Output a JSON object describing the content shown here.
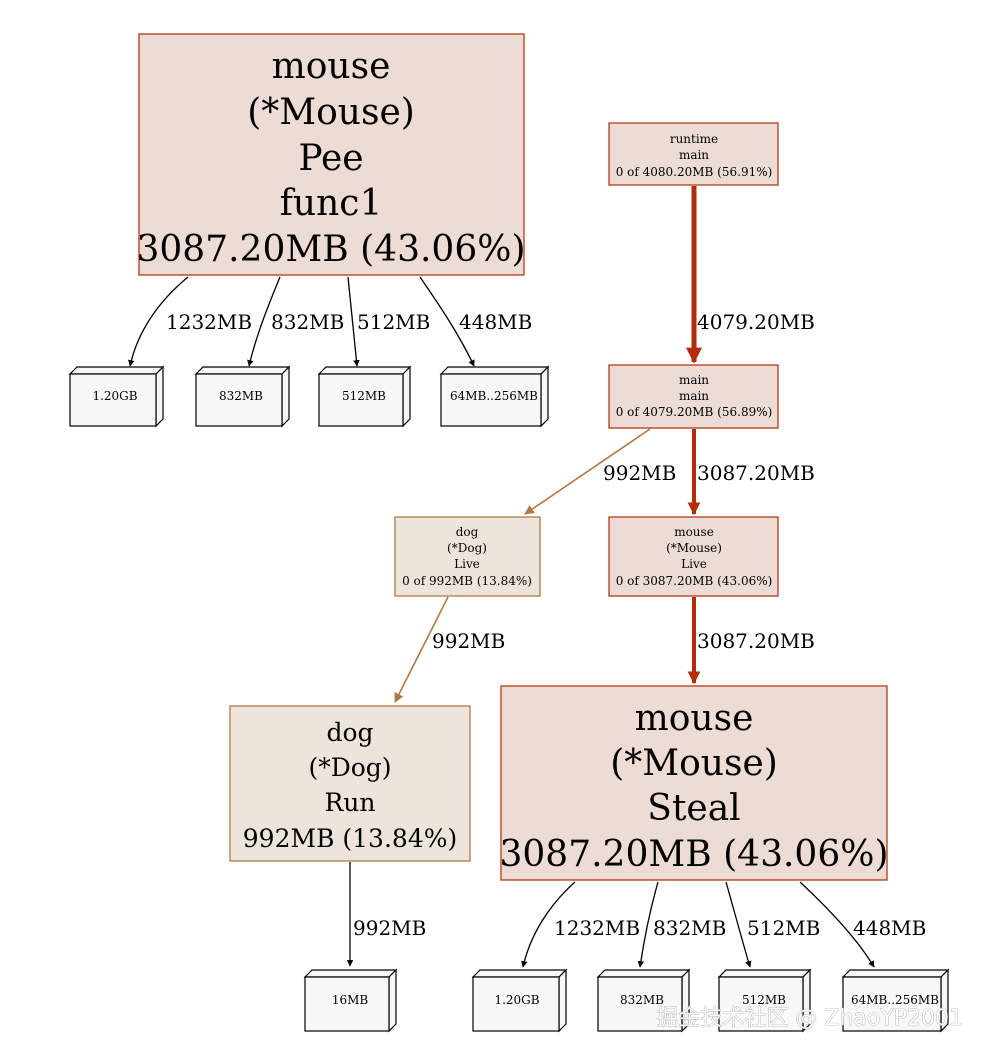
{
  "colors": {
    "hot_fill": "#eddbd5",
    "hot_stroke": "#b23b17",
    "hot_edge": "#b22e0a",
    "warm_fill": "#ede5db",
    "warm_stroke": "#b27a48",
    "warm_edge": "#b27845",
    "box_fill": "#f8f8f8",
    "box_stroke": "#000000",
    "text": "#000000",
    "watermark": "#ffffff"
  },
  "nodes": {
    "mouse_pee": {
      "lines": [
        "mouse",
        "(*Mouse)",
        "Pee",
        "func1",
        "3087.20MB (43.06%)"
      ]
    },
    "runtime_main": {
      "lines": [
        "runtime",
        "main",
        "0 of 4080.20MB (56.91%)"
      ]
    },
    "main_main": {
      "lines": [
        "main",
        "main",
        "0 of 4079.20MB (56.89%)"
      ]
    },
    "dog_live": {
      "lines": [
        "dog",
        "(*Dog)",
        "Live",
        "0 of 992MB (13.84%)"
      ]
    },
    "mouse_live": {
      "lines": [
        "mouse",
        "(*Mouse)",
        "Live",
        "0 of 3087.20MB (43.06%)"
      ]
    },
    "dog_run": {
      "lines": [
        "dog",
        "(*Dog)",
        "Run",
        "992MB (13.84%)"
      ]
    },
    "mouse_steal": {
      "lines": [
        "mouse",
        "(*Mouse)",
        "Steal",
        "3087.20MB (43.06%)"
      ]
    }
  },
  "boxes": {
    "pee_b1": "1.20GB",
    "pee_b2": "832MB",
    "pee_b3": "512MB",
    "pee_b4": "64MB..256MB",
    "run_b1": "16MB",
    "steal_b1": "1.20GB",
    "steal_b2": "832MB",
    "steal_b3": "512MB",
    "steal_b4": "64MB..256MB"
  },
  "edges": {
    "pee_e1": "1232MB",
    "pee_e2": "832MB",
    "pee_e3": "512MB",
    "pee_e4": "448MB",
    "runtime_to_main": "4079.20MB",
    "main_to_dog_live": "992MB",
    "main_to_mouse_live": "3087.20MB",
    "dog_live_to_run": "992MB",
    "mouse_live_to_steal": "3087.20MB",
    "run_e1": "992MB",
    "steal_e1": "1232MB",
    "steal_e2": "832MB",
    "steal_e3": "512MB",
    "steal_e4": "448MB"
  },
  "watermark": "掘金技术社区 @ ZhaoYP2001"
}
